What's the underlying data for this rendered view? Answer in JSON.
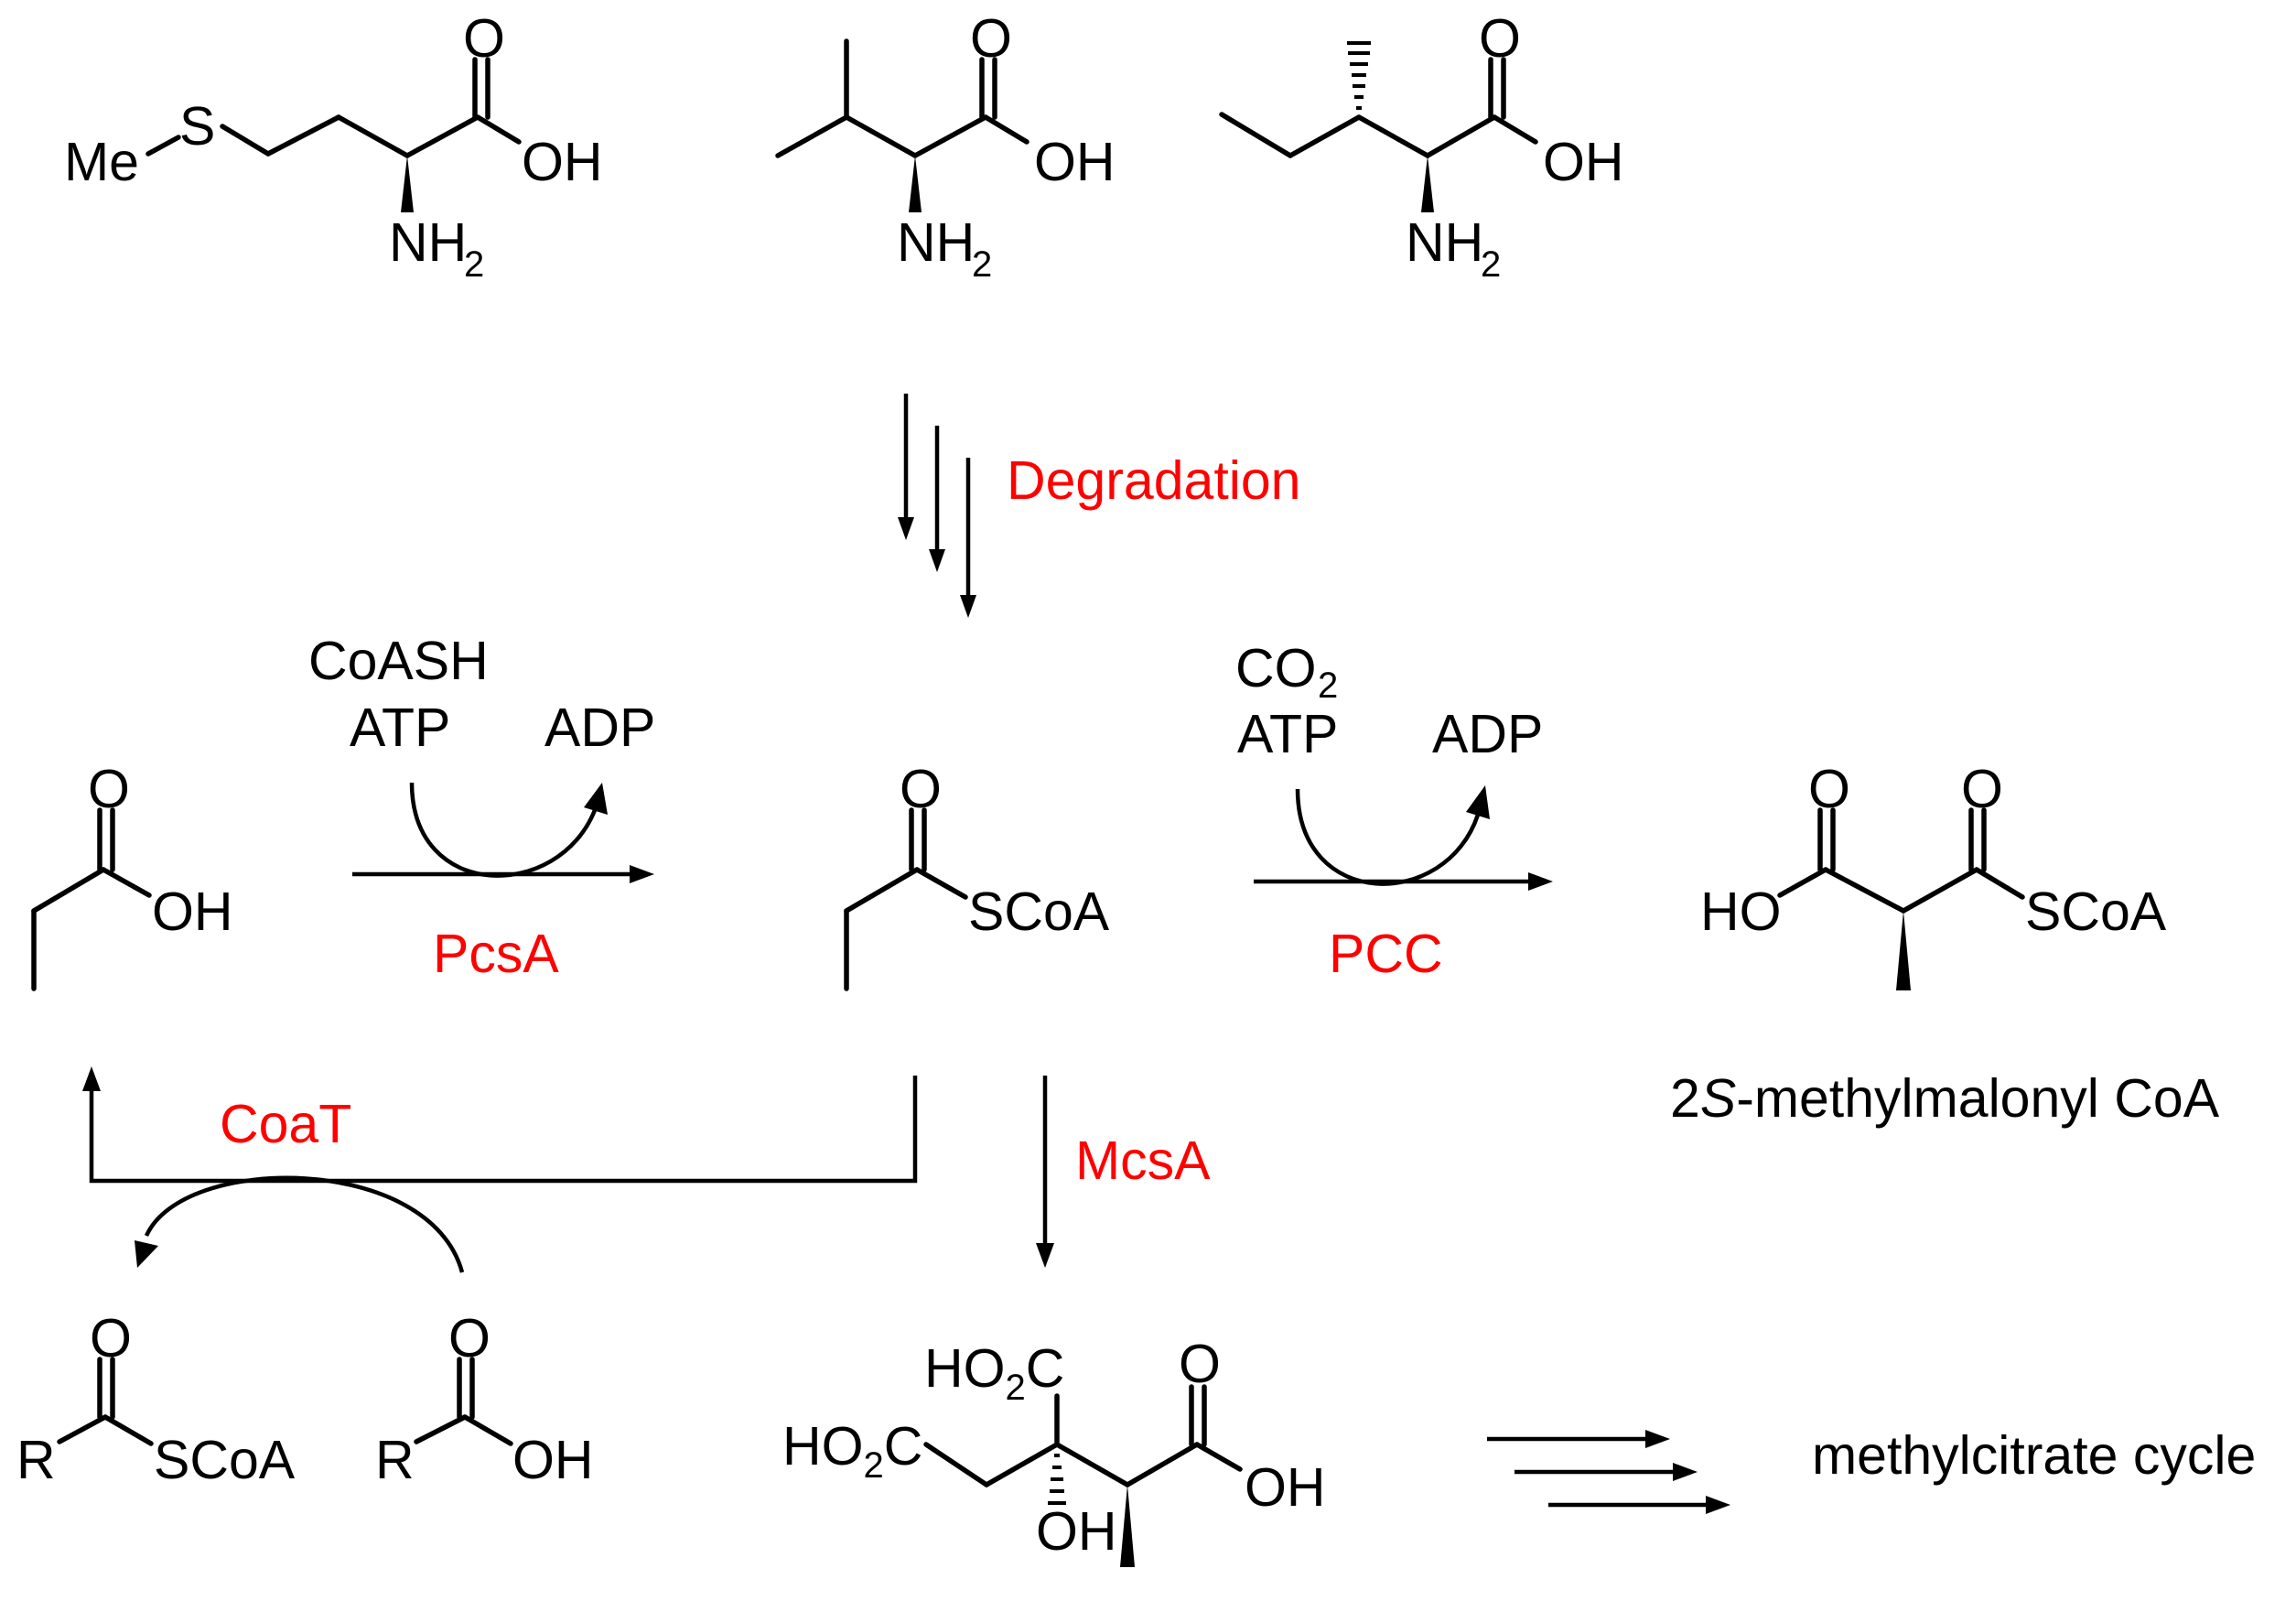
{
  "colors": {
    "ink": "#000000",
    "enzyme": "#ff0000",
    "background": "#ffffff"
  },
  "atoms": {
    "O": "O",
    "OH": "OH",
    "HO": "HO",
    "S": "S",
    "Me": "Me",
    "NH": "NH",
    "sub2": "2",
    "SCoA": "SCoA",
    "R": "R",
    "HO2C_a": "HO",
    "HO2C_b": "C"
  },
  "reagents": {
    "coash": "CoASH",
    "atp": "ATP",
    "adp": "ADP",
    "co2": "CO",
    "co2_sub": "2"
  },
  "enzymes": {
    "degradation": "Degradation",
    "pcsA": "PcsA",
    "pcc": "PCC",
    "coaT": "CoaT",
    "mcsA": "McsA"
  },
  "product_label": {
    "prefix": "2",
    "italic": "S",
    "rest": "-methylmalonyl CoA"
  },
  "cycle_label": "methylcitrate cycle"
}
